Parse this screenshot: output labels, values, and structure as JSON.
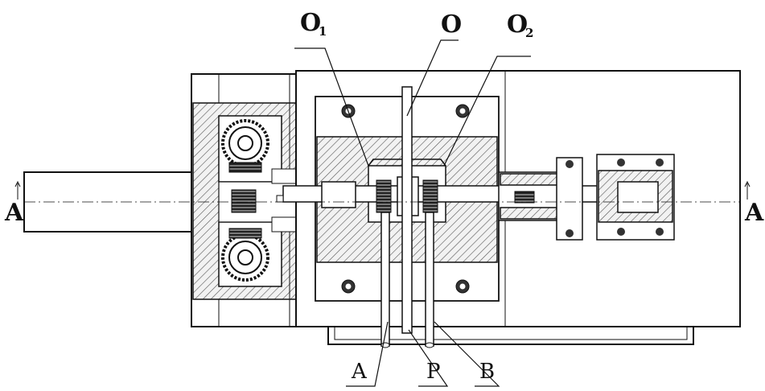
{
  "labels": {
    "o1_main": "O",
    "o1_sub": "1",
    "o": "O",
    "o2_main": "O",
    "o2_sub": "2",
    "section_left": "A",
    "section_right": "A",
    "port_a": "A",
    "port_p": "P",
    "port_b": "B"
  }
}
